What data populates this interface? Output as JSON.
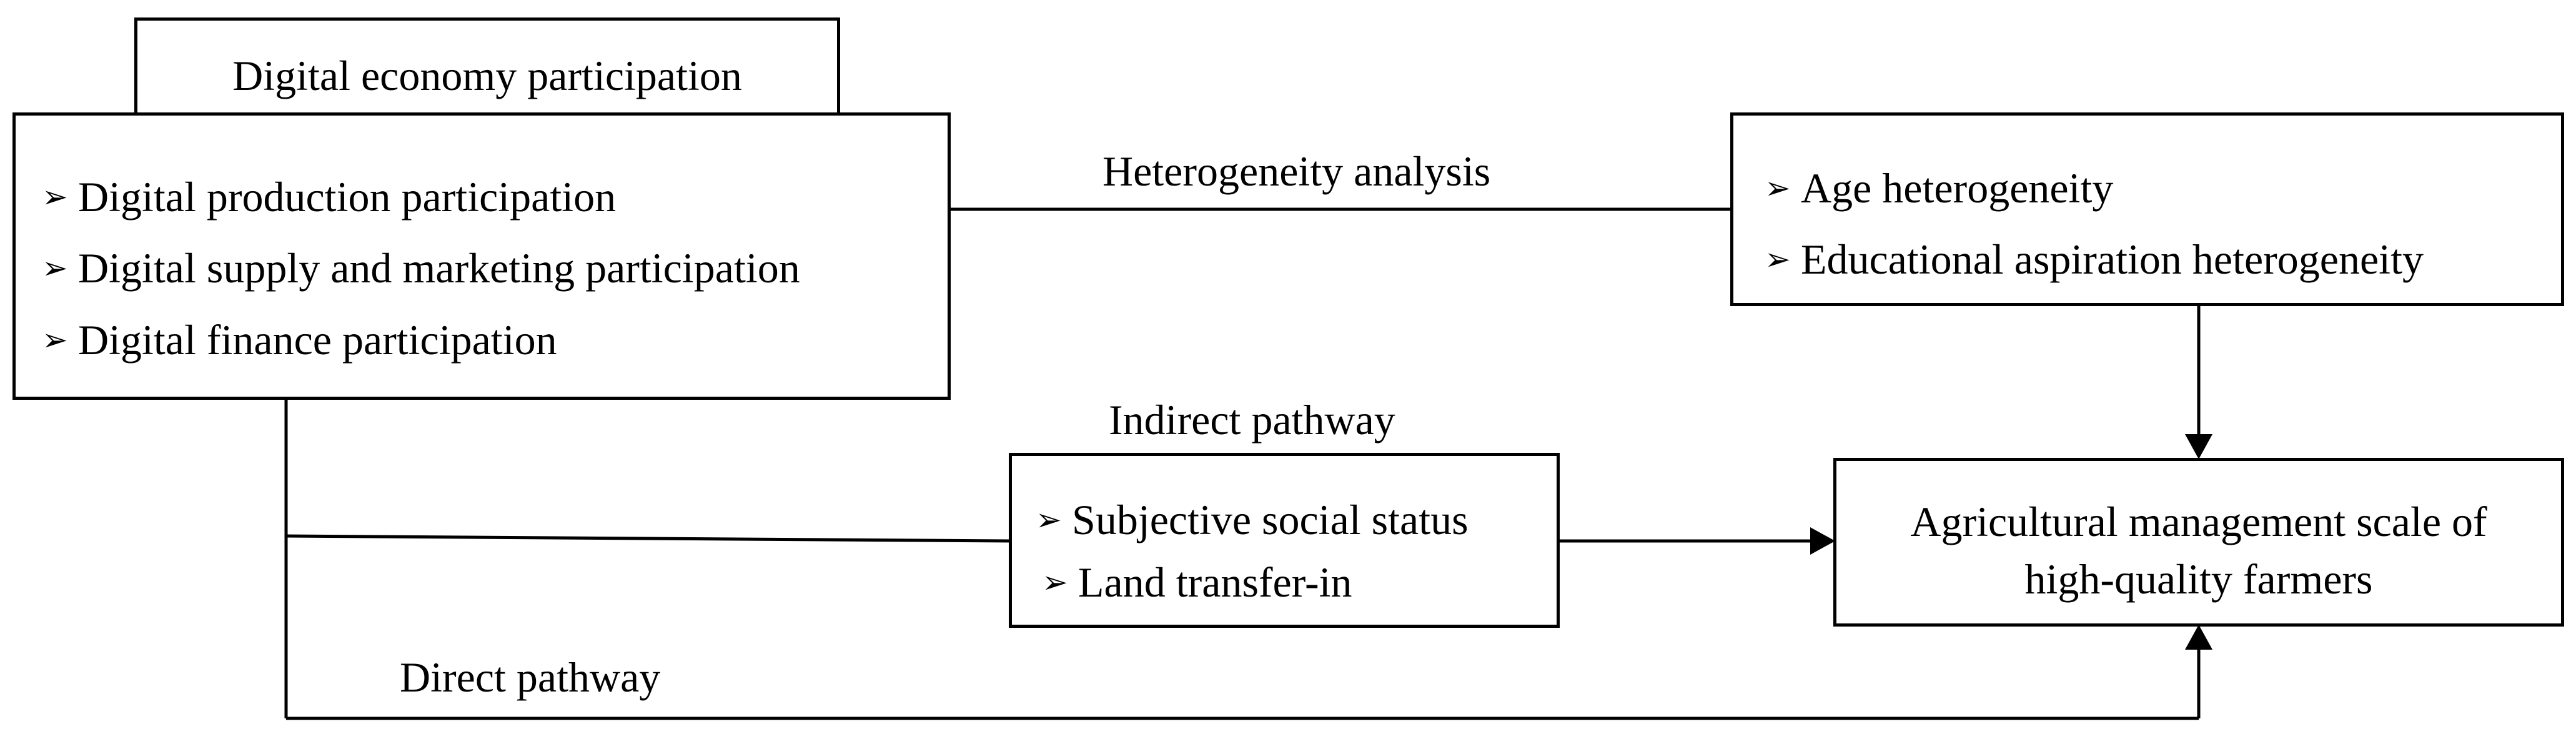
{
  "digital_economy": {
    "title": "Digital economy participation",
    "items": [
      "Digital production participation",
      "Digital supply and marketing participation",
      "Digital finance participation"
    ]
  },
  "heterogeneity": {
    "label": "Heterogeneity analysis",
    "items": [
      "Age heterogeneity",
      "Educational aspiration heterogeneity"
    ]
  },
  "indirect": {
    "label": "Indirect pathway",
    "items": [
      "Subjective social status",
      "Land transfer-in"
    ]
  },
  "direct": {
    "label": "Direct pathway"
  },
  "outcome": {
    "line1": "Agricultural management scale of",
    "line2": "high-quality farmers"
  },
  "bullet_glyph": "➢"
}
